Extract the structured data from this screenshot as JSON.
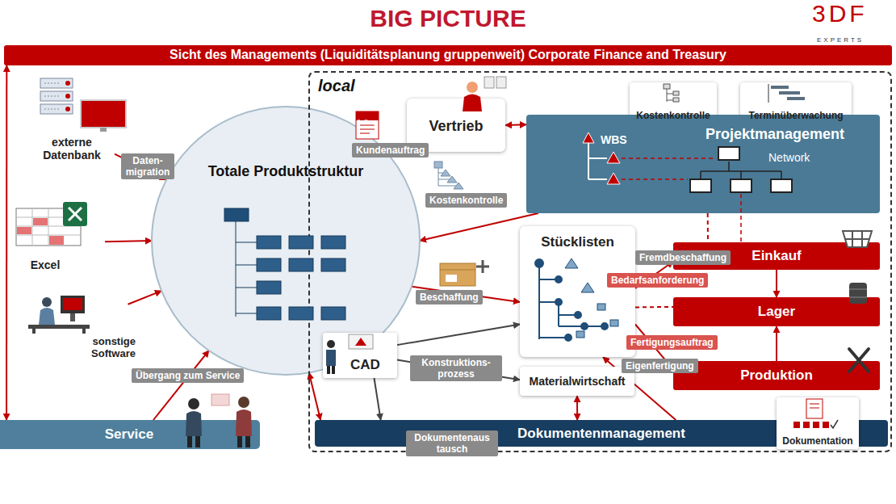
{
  "diagram": {
    "title": "BIG PICTURE",
    "nodes": [
      {
        "text": [
          "Sicht des Managements (Liquiditätsplanung gruppenweit) Corporate Finance and Treasury"
        ]
      },
      {
        "text": [
          "externe Datenbank"
        ]
      },
      {
        "text": [
          "Excel"
        ]
      },
      {
        "text": [
          "sonstige Software"
        ]
      },
      {
        "text": [
          "Totale Produktstruktur"
        ]
      },
      {
        "text": [
          "Service"
        ]
      },
      {
        "text": [
          "local"
        ]
      },
      {
        "text": [
          "Vertrieb"
        ],
        "in": 6
      },
      {
        "text": [
          "Kostenkontrolle"
        ],
        "in": 6
      },
      {
        "text": [
          "Terminüberwachung"
        ],
        "in": 6
      },
      {
        "text": [
          "Projektmanagement",
          "WBS",
          "Network"
        ],
        "in": 6
      },
      {
        "text": [
          "Stücklisten"
        ],
        "in": 6
      },
      {
        "text": [
          "Einkauf"
        ],
        "in": 6
      },
      {
        "text": [
          "Lager"
        ],
        "in": 6
      },
      {
        "text": [
          "Produktion"
        ],
        "in": 6
      },
      {
        "text": [
          "CAD"
        ],
        "in": 6
      },
      {
        "text": [
          "Materialwirtschaft"
        ],
        "in": 6
      },
      {
        "text": [
          "Dokumentenmanagement"
        ],
        "in": 6
      },
      {
        "text": [
          "Dokumentation"
        ],
        "in": 6
      }
    ],
    "edges": [
      {
        "from": 0,
        "to": 5,
        "arrow": "both"
      },
      {
        "from": 1,
        "to": 4,
        "arrow": "to",
        "label": "Daten- migration"
      },
      {
        "from": 2,
        "to": 4,
        "arrow": "to"
      },
      {
        "from": 3,
        "to": 4,
        "arrow": "to"
      },
      {
        "from": 5,
        "to": 4,
        "arrow": "to",
        "label": "Übergang zum Service"
      },
      {
        "from": 7,
        "to": 10,
        "arrow": "both"
      },
      {
        "from": 10,
        "to": 4,
        "arrow": "to"
      },
      {
        "from": 4,
        "to": 11,
        "arrow": "to",
        "label": "Beschaffung"
      },
      {
        "from": 4,
        "to": 17,
        "arrow": "both"
      },
      {
        "from": 15,
        "to": 11,
        "arrow": "to"
      },
      {
        "from": 15,
        "to": 16,
        "arrow": "to",
        "label": "Konstruktions- prozess"
      },
      {
        "from": 15,
        "to": 17,
        "arrow": "to",
        "label": "Dokumentenaus tausch"
      },
      {
        "from": 16,
        "to": 17,
        "arrow": "both"
      },
      {
        "from": 17,
        "to": 11,
        "arrow": "to"
      },
      {
        "from": 11,
        "to": 12,
        "arrow": "to",
        "label": "Bedarfsanforderung"
      },
      {
        "from": 11,
        "to": 14,
        "arrow": "to",
        "label": "Fertigungsauftrag"
      },
      {
        "from": 12,
        "to": 13,
        "arrow": "to"
      },
      {
        "from": 14,
        "to": 13,
        "arrow": "to"
      },
      {
        "from": 10,
        "to": 12,
        "arrow": "none"
      },
      {
        "from": 11,
        "to": 13,
        "arrow": "none"
      }
    ],
    "labels": [
      "3DF",
      "EXPERTS",
      "Auftrag",
      "Kundenauftrag",
      "Kostenkontrolle",
      "Fremdbeschaffung",
      "Eigenfertigung"
    ]
  }
}
